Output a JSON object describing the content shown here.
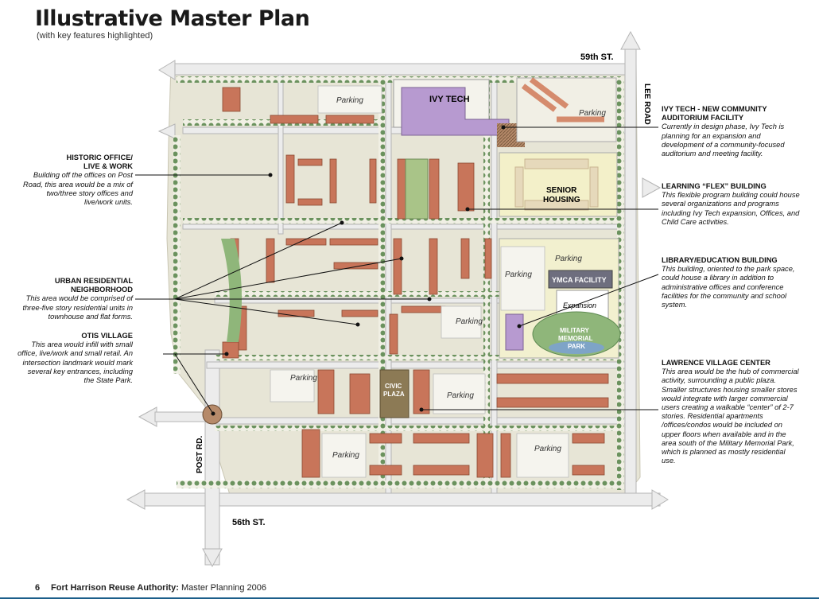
{
  "header": {
    "title": "Illustrative Master Plan",
    "subtitle": "(with key features highlighted)"
  },
  "map_labels": {
    "street_59": "59th ST.",
    "street_56": "56th ST.",
    "lee_road": "LEE ROAD",
    "post_rd": "POST RD.",
    "ivy_tech": "IVY TECH",
    "senior_housing_1": "SENIOR",
    "senior_housing_2": "HOUSING",
    "ymca": "YMCA FACILITY",
    "expansion": "Expansion",
    "military_1": "MILITARY",
    "military_2": "MEMORIAL",
    "military_3": "PARK",
    "civic_1": "CIVIC",
    "civic_2": "PLAZA",
    "parking": "Parking"
  },
  "callouts": {
    "historic": {
      "heading_1": "HISTORIC OFFICE/",
      "heading_2": "LIVE & WORK",
      "body": "Building off the offices on Post Road, this area would be a mix of two/three story offices and live/work units."
    },
    "urban": {
      "heading_1": "URBAN RESIDENTIAL",
      "heading_2": "NEIGHBORHOOD",
      "body": "This area would be comprised of three-five story residential units in townhouse and flat forms."
    },
    "otis": {
      "heading_1": "OTIS VILLAGE",
      "body": "This area would infill with small office, live/work and small retail. An intersection landmark would mark several key entrances, including the State Park."
    },
    "ivytech": {
      "heading_1": "IVY TECH - NEW COMMUNITY",
      "heading_2": "AUDITORIUM FACILITY",
      "body": "Currently in design phase, Ivy Tech is planning for an expansion and development of a community-focused auditorium and meeting facility."
    },
    "learning": {
      "heading_1": "LEARNING “FLEX” BUILDING",
      "body": "This flexible program building could house several organizations and programs including Ivy Tech expansion, Offices, and Child Care activities."
    },
    "library": {
      "heading_1": "LIBRARY/EDUCATION BUILDING",
      "body": "This building, oriented to the park space, could house a library in addition to administrative offices and conference facilities for the community and school system."
    },
    "lawrence": {
      "heading_1": "LAWRENCE VILLAGE CENTER",
      "body": "This area would be the hub of commercial activity, surrounding a public plaza.  Smaller structures housing smaller stores would integrate with larger commercial users creating a walkable “center” of 2-7 stories. Residential apartments /offices/condos would be included on upper floors when available and in the area south of the Military Memorial Park, which is planned as mostly residential use."
    }
  },
  "footer": {
    "page_number": "6",
    "org": "Fort Harrison Reuse Authority:",
    "doc": " Master Planning 2006"
  },
  "colors": {
    "building": "#c8755a",
    "ivy_tech": "#b79ad0",
    "park": "#8fb67a",
    "road": "#ececec",
    "tree": "#4f7a45",
    "accent_rule": "#1b5e8a"
  }
}
